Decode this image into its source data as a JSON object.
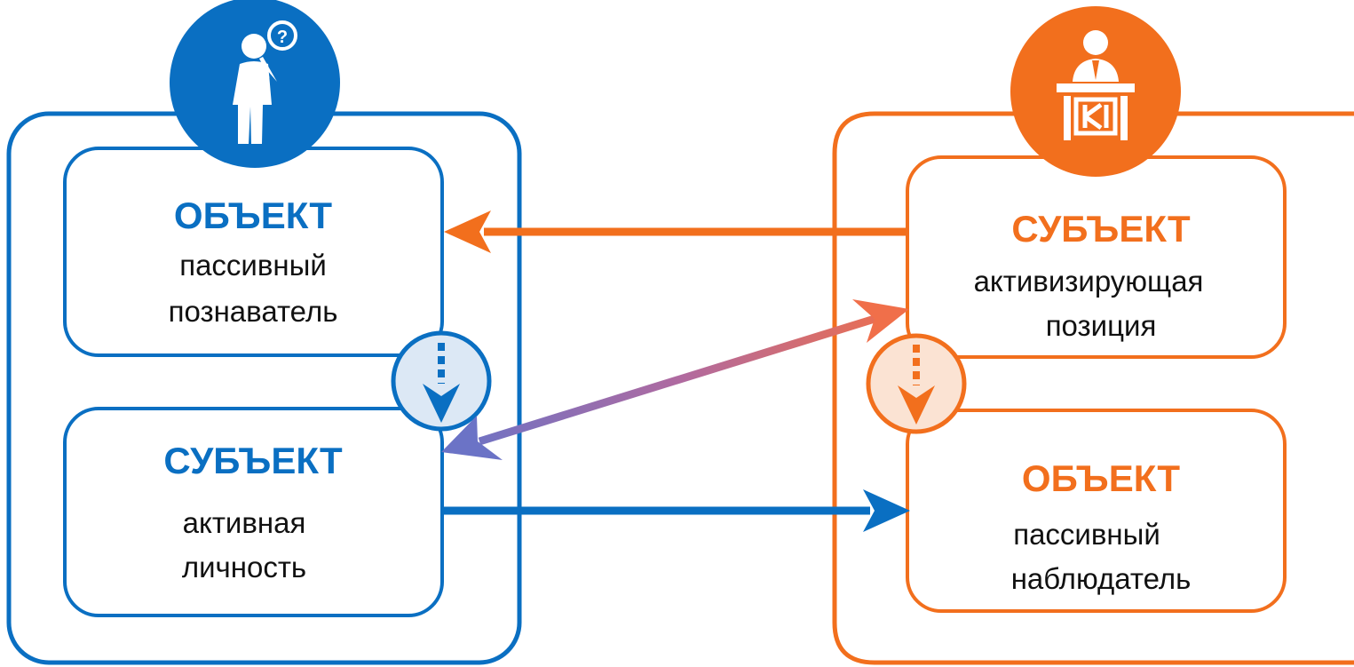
{
  "colors": {
    "blue": "#0a6fc2",
    "orange": "#f26f1d",
    "light_blue": "#dce8f5",
    "light_orange": "#fbe3d3",
    "gradient_purple": "#6b73c6"
  },
  "left_panel": {
    "icon": "person-thinking-icon",
    "top_box": {
      "title": "ОБЪЕКТ",
      "line1": "пассивный",
      "line2": "познаватель"
    },
    "bottom_box": {
      "title": "СУБЪЕКТ",
      "line1": "активная",
      "line2": "личность"
    },
    "transition_icon": "dashed-arrow-down-icon"
  },
  "right_panel": {
    "icon": "teacher-at-desk-icon",
    "top_box": {
      "title": "СУБЪЕКТ",
      "line1": "активизирующая",
      "line2": "позиция"
    },
    "bottom_box": {
      "title": "ОБЪЕКТ",
      "line1": "пассивный",
      "line2": "наблюдатель"
    },
    "transition_icon": "dashed-arrow-down-icon"
  },
  "connections": [
    {
      "from": "right_panel.top_box",
      "to": "left_panel.top_box",
      "style": "orange-arrow"
    },
    {
      "from": "left_panel.bottom_box",
      "to": "right_panel.top_box",
      "style": "gradient-double-arrow"
    },
    {
      "from": "left_panel.bottom_box",
      "to": "right_panel.bottom_box",
      "style": "blue-arrow"
    }
  ]
}
